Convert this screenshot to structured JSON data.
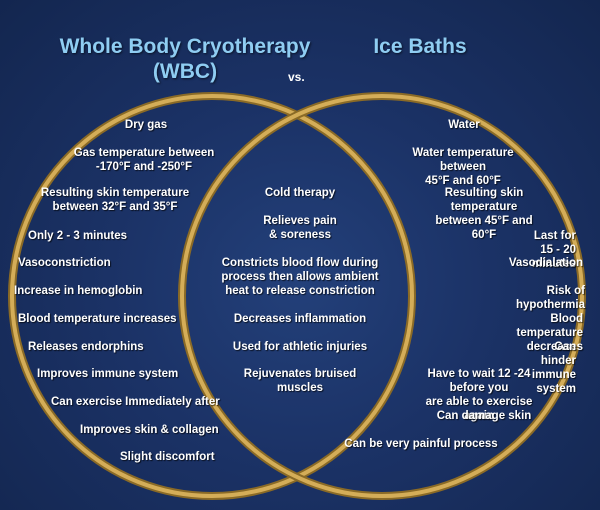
{
  "colors": {
    "ring": "#c9a24a",
    "ring_highlight": "#e8c979",
    "title": "#8fcdf2",
    "text": "#ffffff",
    "background": "#1b3266"
  },
  "titles": {
    "left": "Whole Body Cryotherapy\n(WBC)",
    "right": "Ice Baths",
    "vs": "vs."
  },
  "left_items": [
    "Dry gas",
    "Gas temperature between\n-170°F and -250°F",
    "Resulting skin temperature\nbetween 32°F and 35°F",
    "Only 2 - 3 minutes",
    "Vasoconstriction",
    "Increase in hemoglobin",
    "Blood temperature increases",
    "Releases endorphins",
    "Improves immune system",
    "Can exercise Immediately after",
    "Improves skin & collagen",
    "Slight discomfort"
  ],
  "center_items": [
    "Cold therapy",
    "Relieves pain\n& soreness",
    "Constricts blood flow during\nprocess then allows ambient\nheat to release constriction",
    "Decreases inflammation",
    "Used for athletic injuries",
    "Rejuvenates bruised\nmuscles"
  ],
  "right_items": [
    "Water",
    "Water temperature between\n45°F and 60°F",
    "Resulting skin temperature\nbetween 45°F and 60°F",
    "Last for 15 - 20 minutes",
    "Vasodialation",
    "Risk of hypothermia",
    "Blood temperature decreases",
    "Can hinder immune system",
    "Have to wait 12 -24 before you\nare able to exercise again",
    "Can damage skin",
    "Can be very painful process"
  ]
}
